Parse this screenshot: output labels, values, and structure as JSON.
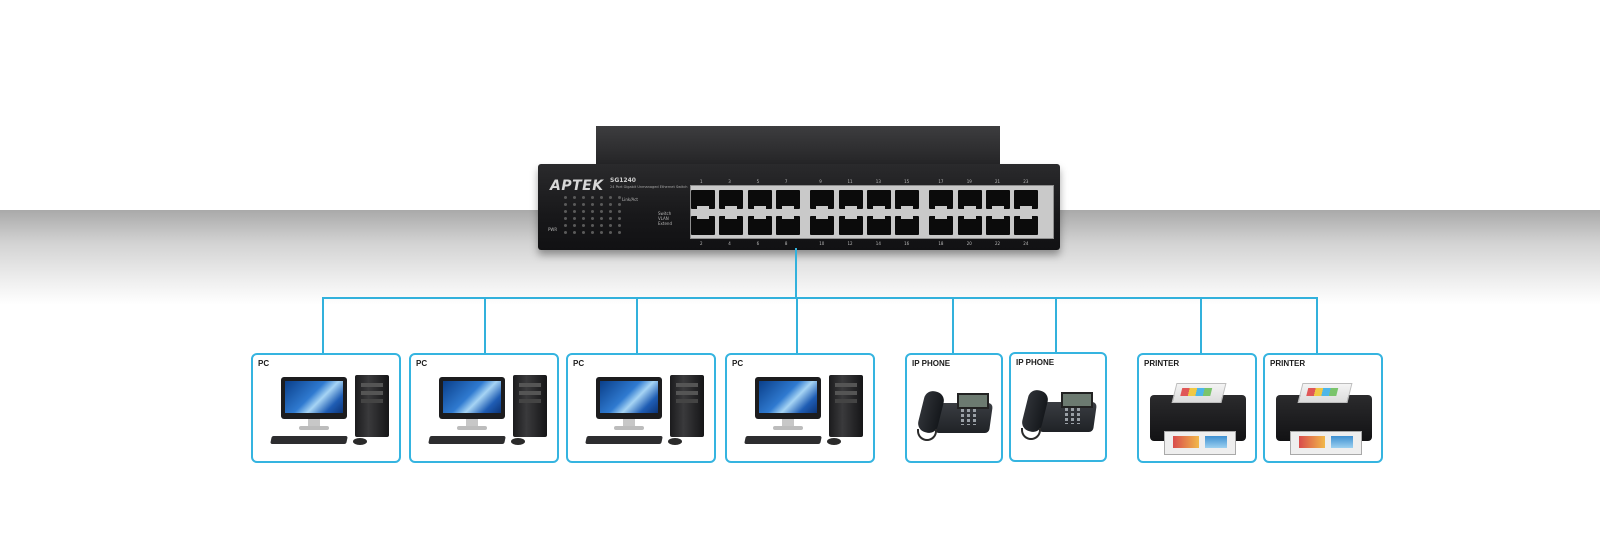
{
  "switch": {
    "brand": "APTEK",
    "model": "SG1240",
    "model_sub": "24 Port Gigabit Unmanaged Ethernet Switch",
    "led_legend": "Link/Act",
    "power_label": "PWR",
    "mode_labels": [
      "Switch",
      "VLAN",
      "Extend"
    ],
    "port_numbers_top": [
      "1",
      "3",
      "5",
      "7",
      "9",
      "11",
      "13",
      "15",
      "17",
      "19",
      "21",
      "23"
    ],
    "port_numbers_bottom": [
      "2",
      "4",
      "6",
      "8",
      "10",
      "12",
      "14",
      "16",
      "18",
      "20",
      "22",
      "24"
    ]
  },
  "devices": [
    {
      "label": "PC",
      "kind": "pc"
    },
    {
      "label": "PC",
      "kind": "pc"
    },
    {
      "label": "PC",
      "kind": "pc"
    },
    {
      "label": "PC",
      "kind": "pc"
    },
    {
      "label": "IP PHONE",
      "kind": "phone"
    },
    {
      "label": "IP PHONE",
      "kind": "phone"
    },
    {
      "label": "PRINTER",
      "kind": "printer"
    },
    {
      "label": "PRINTER",
      "kind": "printer"
    }
  ],
  "colors": {
    "wire": "#32b1dc",
    "box_border": "#35b4e0"
  }
}
